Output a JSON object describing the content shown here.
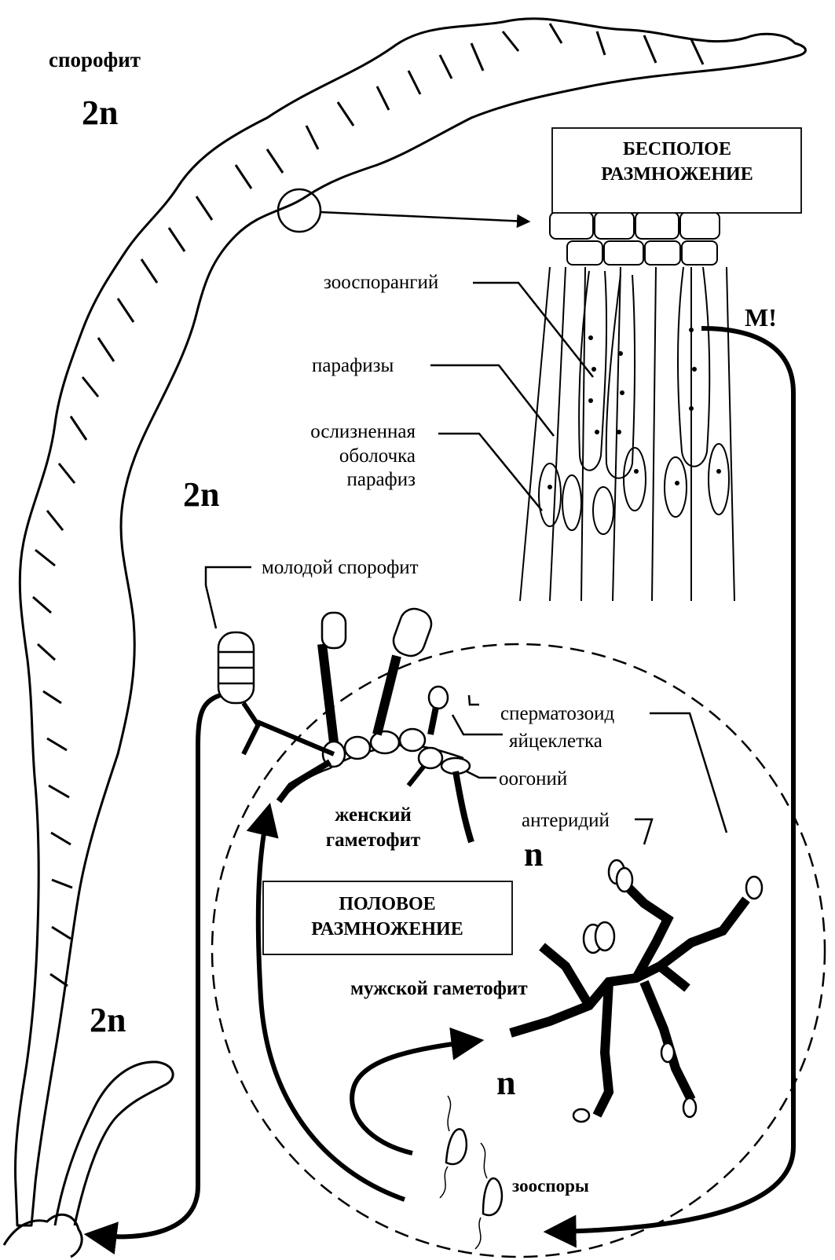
{
  "ploidy": {
    "sporophyte_top": "2n",
    "sporophyte_mid": "2n",
    "sporophyte_bottom": "2n",
    "gametophyte_female": "n",
    "gametophyte_male": "n"
  },
  "labels": {
    "sporophyte": "спорофит",
    "meiosis": "М!",
    "zoosporangium": "зооспорангий",
    "paraphyses": "парафизы",
    "mucous_sheath_1": "ослизненная",
    "mucous_sheath_2": "оболочка",
    "mucous_sheath_3": "парафиз",
    "young_sporophyte": "молодой спорофит",
    "spermatozoid": "сперматозоид",
    "egg_cell": "яйцеклетка",
    "oogonium": "оогоний",
    "antheridium": "антеридий",
    "female_gametophyte_1": "женский",
    "female_gametophyte_2": "гаметофит",
    "male_gametophyte": "мужской гаметофит",
    "zoospores": "зооспоры"
  },
  "boxes": {
    "asexual_1": "БЕСПОЛОЕ",
    "asexual_2": "РАЗМНОЖЕНИЕ",
    "sexual_1": "ПОЛОВОЕ",
    "sexual_2": "РАЗМНОЖЕНИЕ"
  }
}
